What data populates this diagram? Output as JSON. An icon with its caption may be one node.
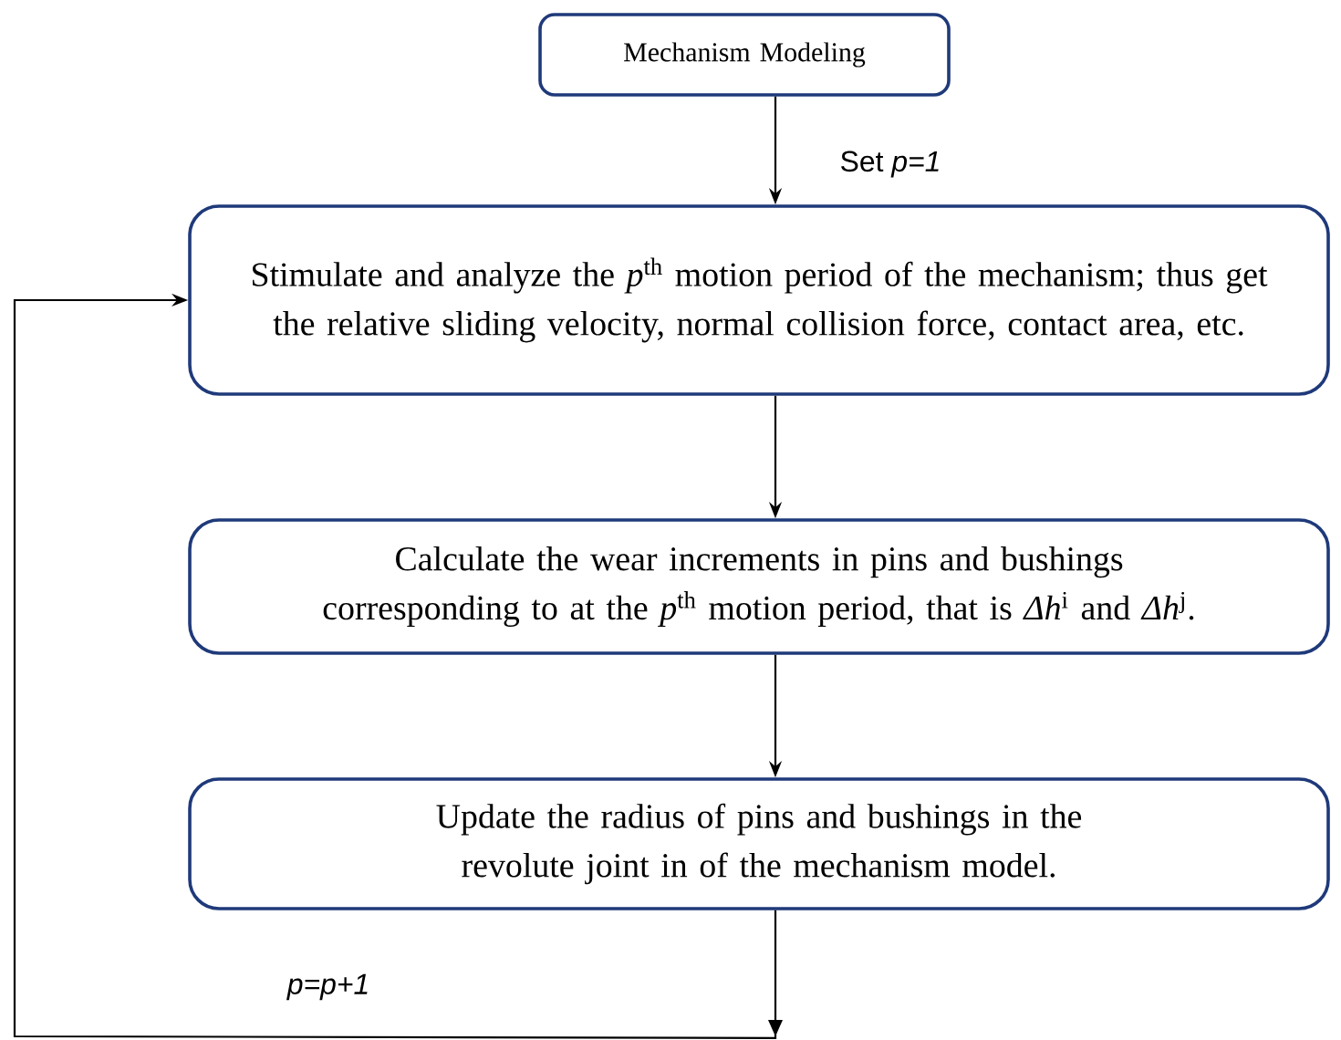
{
  "diagram": {
    "nodes": [
      {
        "text": [
          "Mechanism Modeling"
        ]
      },
      {
        "text": [
          "Stimulate and analyze the *p*$^{th}$ motion period of the mechanism; thus get the relative sliding velocity, normal collision force, contact area, etc."
        ]
      },
      {
        "text": [
          "Calculate the wear increments in pins and bushings corresponding to at the *p*$^{th}$ motion period, that is *Δh*$^{i}$ and *Δh*$^{j}$."
        ]
      },
      {
        "text": [
          "Update the radius of pins and bushings in the revolute joint in of the mechanism model."
        ]
      }
    ],
    "edges": [
      {
        "from": 0,
        "to": 1,
        "arrow": "to",
        "label": "Set *p=1*"
      },
      {
        "from": 1,
        "to": 2,
        "arrow": "to"
      },
      {
        "from": 2,
        "to": 3,
        "arrow": "to"
      },
      {
        "from": 3,
        "to": 1,
        "arrow": "to",
        "label": "p=p+1"
      }
    ]
  }
}
